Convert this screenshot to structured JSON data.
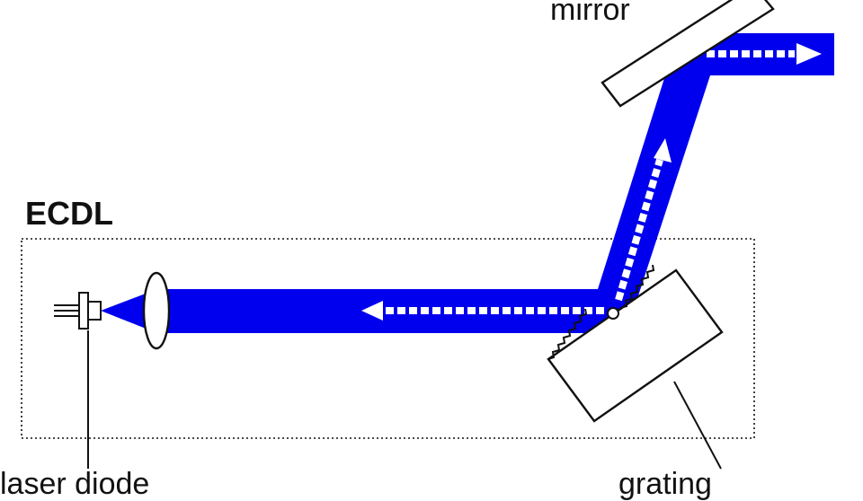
{
  "labels": {
    "mirror": "mirror",
    "ecdl": "ECDL",
    "laser_diode": "laser diode",
    "grating": "grating"
  },
  "colors": {
    "beam": "#0000ee",
    "arrow": "#ffffff",
    "outline": "#111111",
    "background": "#ffffff"
  }
}
